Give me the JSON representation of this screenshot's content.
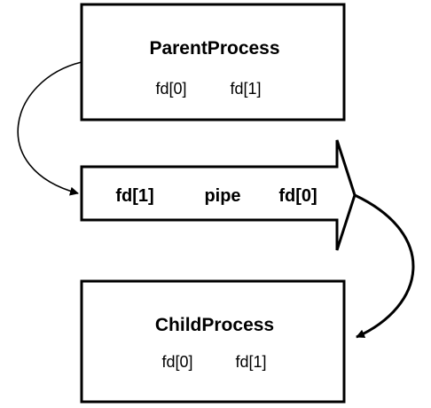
{
  "parent": {
    "title": "ParentProcess",
    "fd_read": "fd[0]",
    "fd_write": "fd[1]"
  },
  "pipe": {
    "write_end": "fd[1]",
    "label": "pipe",
    "read_end": "fd[0]"
  },
  "child": {
    "title": "ChildProcess",
    "fd_read": "fd[0]",
    "fd_write": "fd[1]"
  },
  "colors": {
    "stroke": "#000000",
    "fill": "#ffffff"
  }
}
